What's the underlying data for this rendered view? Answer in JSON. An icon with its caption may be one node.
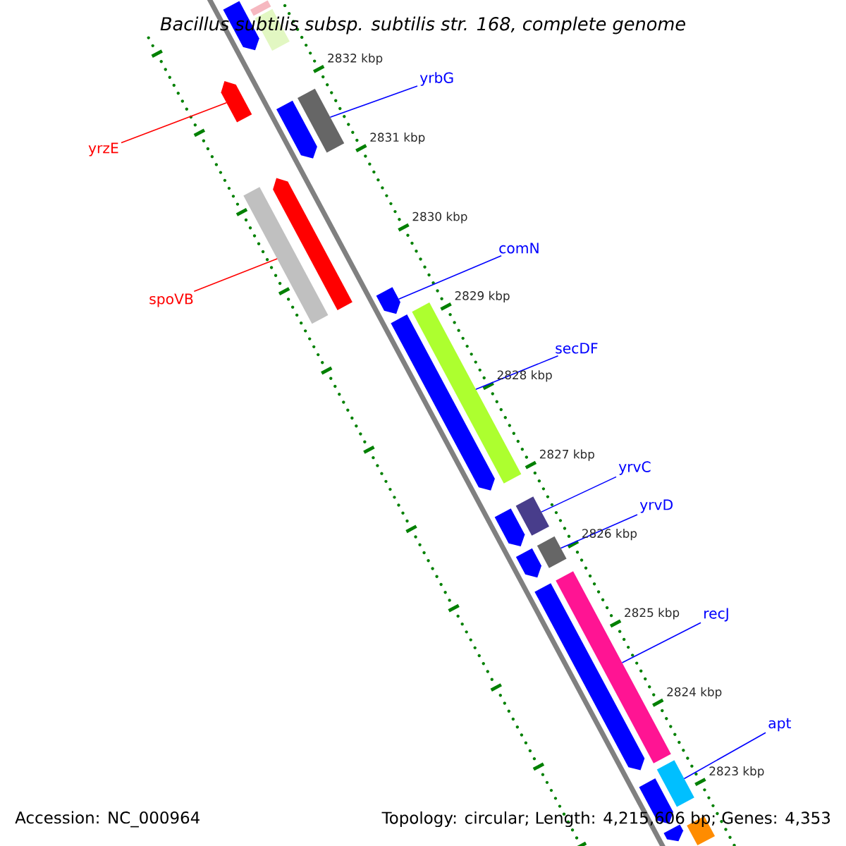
{
  "diagram": {
    "title": "Bacillus subtilis subsp. subtilis str. 168, complete genome",
    "nodes": [
      {
        "text": [
          "yrbG"
        ]
      },
      {
        "text": [
          "yrzE"
        ]
      },
      {
        "text": [
          "spoVB"
        ]
      },
      {
        "text": [
          "comN"
        ]
      },
      {
        "text": [
          "secDF"
        ]
      },
      {
        "text": [
          "yrvC"
        ]
      },
      {
        "text": [
          "yrvD"
        ]
      },
      {
        "text": [
          "recJ"
        ]
      },
      {
        "text": [
          "apt"
        ]
      },
      {
        "text": [],
        "shape": "box"
      },
      {
        "text": [],
        "shape": "arrow"
      },
      {
        "text": [],
        "shape": "box"
      },
      {
        "text": [],
        "shape": "arrow"
      },
      {
        "text": [],
        "shape": "arrow"
      },
      {
        "text": [],
        "shape": "box"
      },
      {
        "text": [],
        "shape": "box"
      },
      {
        "text": [],
        "shape": "arrow"
      },
      {
        "text": [],
        "shape": "arrow"
      },
      {
        "text": [],
        "shape": "arrow"
      },
      {
        "text": [],
        "shape": "box"
      },
      {
        "text": [],
        "shape": "arrow"
      },
      {
        "text": [],
        "shape": "box"
      },
      {
        "text": [],
        "shape": "box"
      },
      {
        "text": [],
        "shape": "arrow"
      },
      {
        "text": [],
        "shape": "arrow"
      },
      {
        "text": [],
        "shape": "box"
      },
      {
        "text": [],
        "shape": "box"
      },
      {
        "text": [],
        "shape": "arrow"
      },
      {
        "text": [],
        "shape": "arrow"
      },
      {
        "text": [],
        "shape": "box"
      }
    ],
    "edges": [
      {
        "from": 0,
        "to": 14,
        "arrow": "none"
      },
      {
        "from": 1,
        "to": 12,
        "arrow": "none",
        "color": "#ff0000"
      },
      {
        "from": 2,
        "to": 15,
        "arrow": "none",
        "color": "#ff0000"
      },
      {
        "from": 3,
        "to": 17,
        "arrow": "none"
      },
      {
        "from": 4,
        "to": 19,
        "arrow": "none"
      },
      {
        "from": 5,
        "to": 21,
        "arrow": "none"
      },
      {
        "from": 6,
        "to": 22,
        "arrow": "none"
      },
      {
        "from": 7,
        "to": 25,
        "arrow": "none"
      },
      {
        "from": 8,
        "to": 26,
        "arrow": "none"
      }
    ],
    "labels": [
      "2832 kbp",
      "2831 kbp",
      "2830 kbp",
      "2829 kbp",
      "2828 kbp",
      "2827 kbp",
      "2826 kbp",
      "2825 kbp",
      "2824 kbp",
      "2823 kbp",
      "Accession: NC_000964",
      "Topology: circular; Length: 4,215,606 bp; Genes: 4,353"
    ]
  }
}
